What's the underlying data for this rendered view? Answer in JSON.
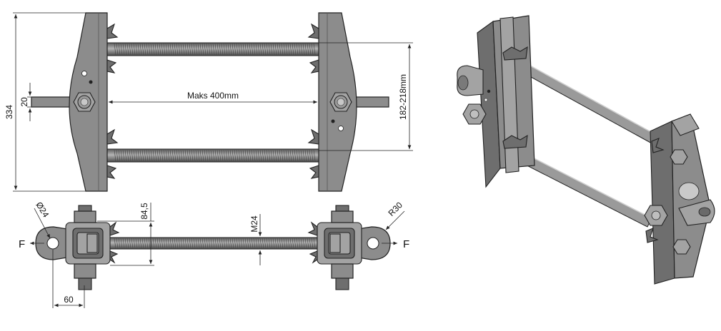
{
  "dimensions": {
    "height_total": "334",
    "plate_offset": "20",
    "span_max": "Maks 400mm",
    "rod_spacing": "182-218mm",
    "hole_diameter": "Ø24",
    "clamp_height": "84,5",
    "rod_thread": "M24",
    "radius": "R30",
    "lug_length": "60"
  },
  "forces": {
    "left": "F",
    "right": "F"
  },
  "colors": {
    "metal": "#8c8c8c",
    "metal_light": "#a3a3a3",
    "metal_dark": "#6e6e6e",
    "line": "#222222"
  }
}
